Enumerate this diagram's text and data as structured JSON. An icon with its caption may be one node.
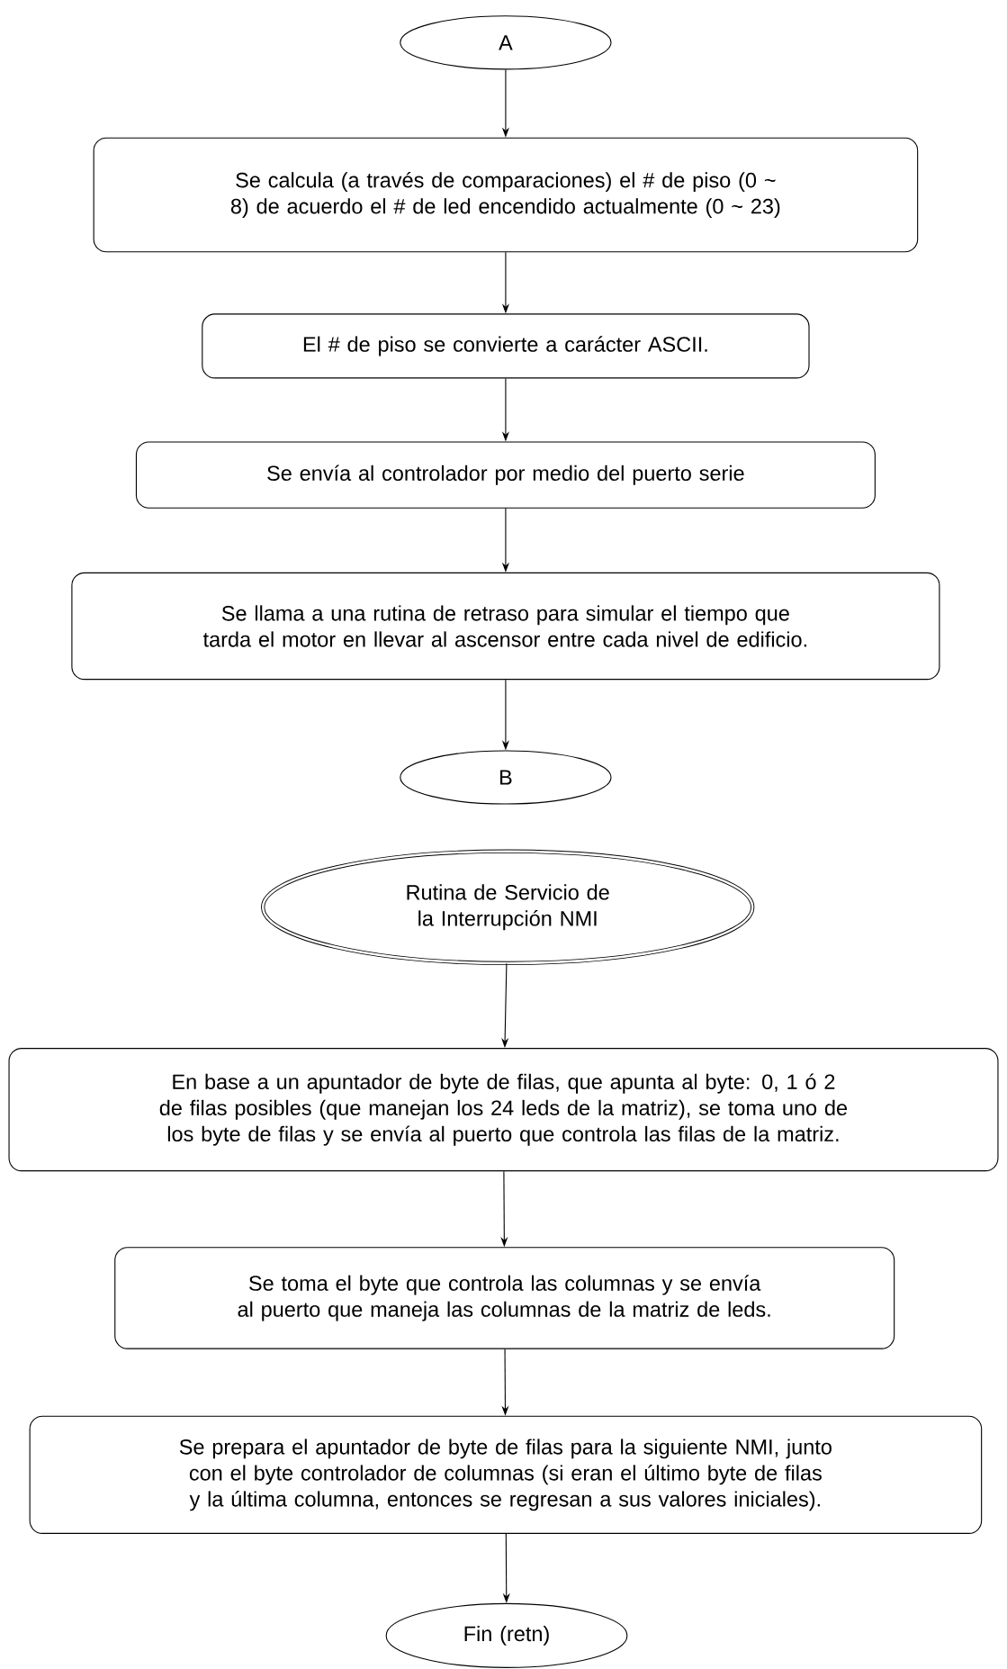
{
  "diagram": {
    "nodes": [
      {
        "text": [
          "A"
        ]
      },
      {
        "text": [
          "Se calcula (a través de comparaciones) el # de piso (0 ~ 8) de acuerdo el # de led encendido actualmente (0 ~ 23)"
        ]
      },
      {
        "text": [
          "El # de piso se convierte a carácter ASCII."
        ]
      },
      {
        "text": [
          "Se envía al controlador por medio del puerto serie"
        ]
      },
      {
        "text": [
          "Se llama a una rutina de retraso para simular el tiempo que tarda el motor en llevar al ascensor entre cada nivel de edificio."
        ]
      },
      {
        "text": [
          "B"
        ]
      },
      {
        "text": [
          "Rutina de Servicio de la Interrupción NMI"
        ]
      },
      {
        "text": [
          "En base a un apuntador de byte de filas, que apunta al byte: 0, 1 ó 2 de filas posibles (que manejan los 24 leds de la matriz), se toma uno de los byte de filas y se envía al puerto que controla las filas de la matriz."
        ]
      },
      {
        "text": [
          "Se toma el byte que controla las columnas y se envía al puerto que maneja las columnas de la matriz de leds."
        ]
      },
      {
        "text": [
          "Se prepara el apuntador de byte de filas para la siguiente NMI, junto con el byte controlador de columnas (si eran el último byte de filas y la última columna, entonces se regresan a sus valores iniciales)."
        ]
      },
      {
        "text": [
          "Fin (retn)"
        ]
      }
    ],
    "edges": [
      {
        "from": 0,
        "to": 1,
        "arrow": "to"
      },
      {
        "from": 1,
        "to": 2,
        "arrow": "to"
      },
      {
        "from": 2,
        "to": 3,
        "arrow": "to"
      },
      {
        "from": 3,
        "to": 4,
        "arrow": "to"
      },
      {
        "from": 4,
        "to": 5,
        "arrow": "to"
      },
      {
        "from": 6,
        "to": 7,
        "arrow": "to"
      },
      {
        "from": 7,
        "to": 8,
        "arrow": "to"
      },
      {
        "from": 8,
        "to": 9,
        "arrow": "to"
      },
      {
        "from": 9,
        "to": 10,
        "arrow": "to"
      }
    ]
  }
}
